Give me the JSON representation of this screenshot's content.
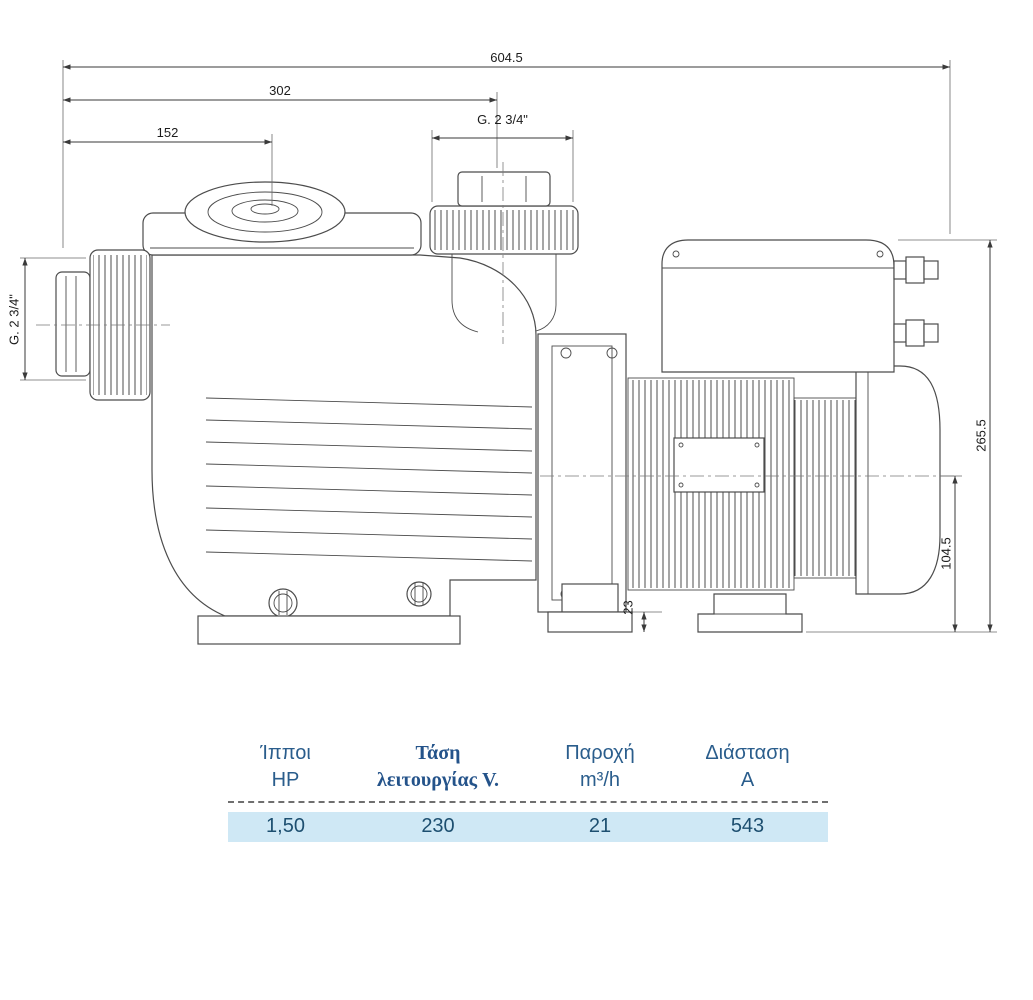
{
  "drawing": {
    "dimensions": {
      "overall_length": "604.5",
      "length_to_outlet": "302",
      "length_to_lid": "152",
      "outlet_thread": "G. 2 3/4\"",
      "inlet_thread": "G. 2 3/4\"",
      "overall_height": "265.5",
      "axis_height": "104.5",
      "foot_height": "23"
    }
  },
  "spec_table": {
    "columns": [
      {
        "title": "Ίπποι",
        "subtitle": "HP",
        "value": "1,50"
      },
      {
        "title": "Τάση",
        "subtitle": "λειτουργίας V.",
        "value": "230"
      },
      {
        "title": "Παροχή",
        "subtitle": "m³/h",
        "value": "21"
      },
      {
        "title": "Διάσταση",
        "subtitle": "A",
        "value": "543"
      }
    ],
    "colors": {
      "header_text": "#2a5d8c",
      "value_text": "#1d4f70",
      "row_background": "#cfe8f5"
    }
  }
}
